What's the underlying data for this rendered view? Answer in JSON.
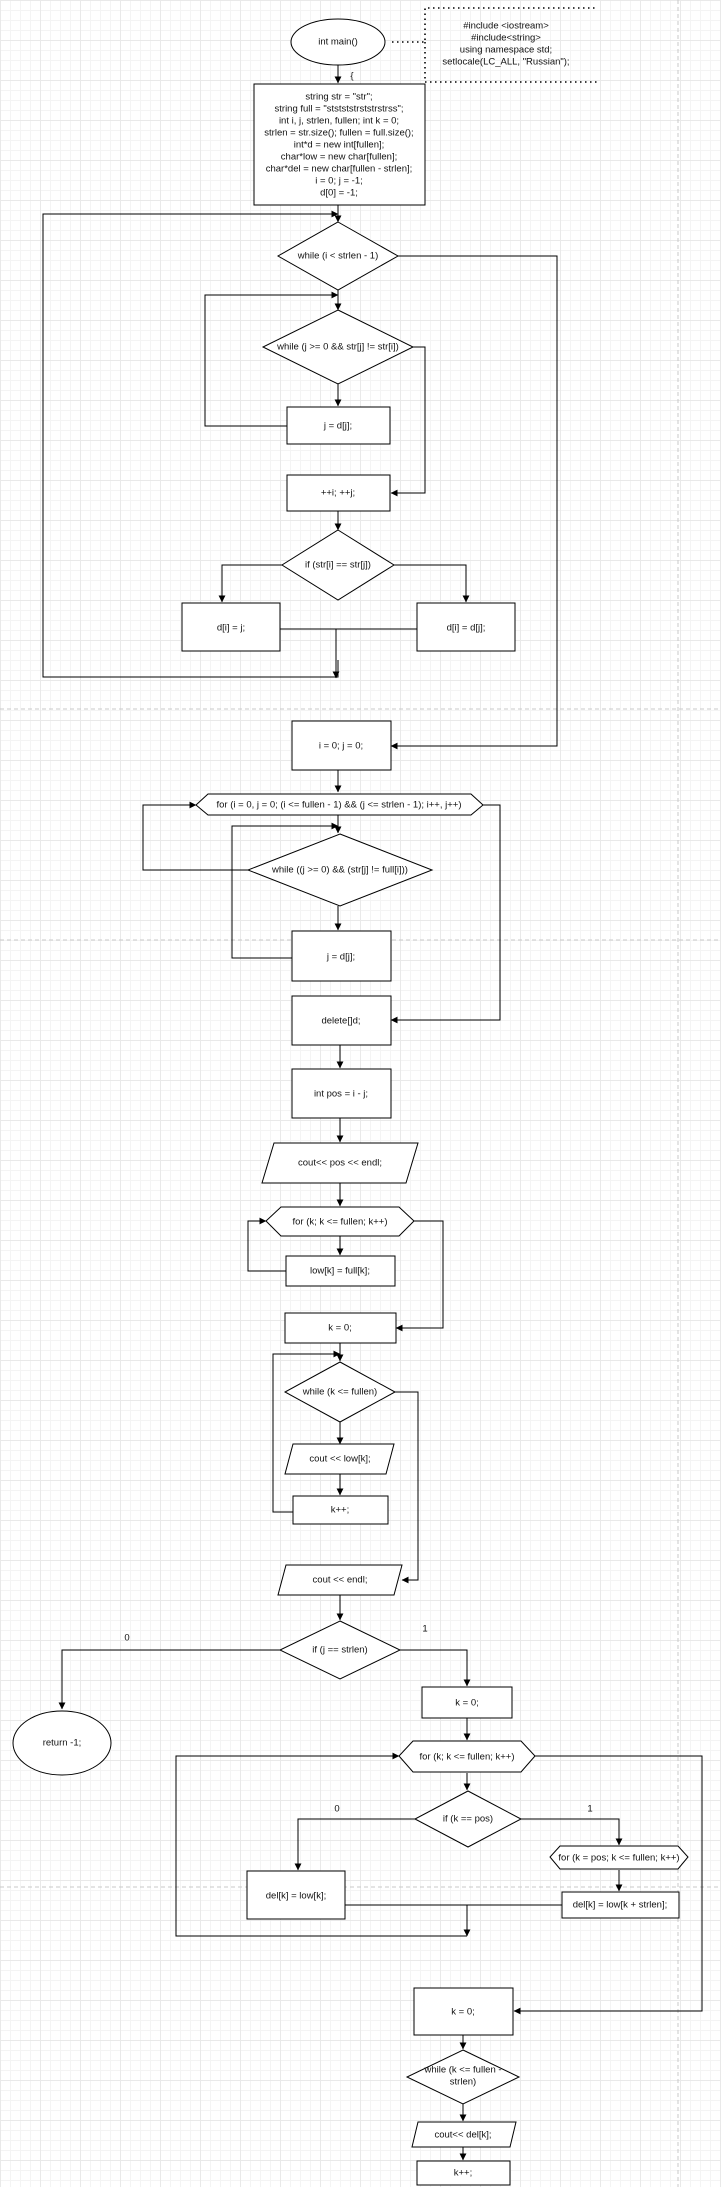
{
  "nodes": {
    "start": "int main()",
    "header_note": [
      "#include <iostream>",
      "#include<string>",
      "using namespace std;",
      "setlocale(LC_ALL, \"Russian\");"
    ],
    "brace": "{",
    "init_block": [
      "string str = \"str\";",
      "string full = \"ststststrststrstrss\";",
      "int i, j, strlen, fullen; int k = 0;",
      "strlen = str.size(); fullen = full.size();",
      "int*d = new int[fullen];",
      "char*low = new char[fullen];",
      "char*del = new char[fullen - strlen];",
      "i = 0; j = -1;",
      "d[0] = -1;"
    ],
    "while1": "while (i < strlen - 1)",
    "while2": "while (j >= 0 && str[j] != str[i])",
    "j_eq_d1": "j = d[j];",
    "inc_ij": "++i; ++j;",
    "if_str": "if (str[i] == str[j])",
    "d_eq_j": "d[i] = j;",
    "d_eq_dj": "d[i] = d[j];",
    "reset_ij": "i = 0; j = 0;",
    "for_main": "for (i = 0, j = 0; (i <= fullen - 1) && (j <= strlen - 1); i++, j++)",
    "while3": "while ((j >= 0) && (str[j] != full[i]))",
    "j_eq_d2": "j = d[j];",
    "delete_d": "delete[]d;",
    "pos": "int pos = i - j;",
    "cout_pos": "cout<< pos << endl;",
    "for_low": "for (k; k <= fullen; k++)",
    "low_assign": "low[k] = full[k];",
    "k_zero1": "k = 0;",
    "while_k": "while (k <= fullen)",
    "cout_low": "cout << low[k];",
    "k_inc1": "k++;",
    "cout_endl": "cout << endl;",
    "if_j": "if (j == strlen)",
    "return": "return -1;",
    "k_zero2": "k = 0;",
    "for_k": "for (k; k <= fullen; k++)",
    "if_pos": "if (k == pos)",
    "for_pos": "for (k = pos; k <= fullen; k++)",
    "del_low": "del[k] = low[k];",
    "del_shift": "del[k] = low[k + strlen];",
    "k_zero3": "k = 0;",
    "while_del": [
      "while (k <= fullen -",
      "strlen)"
    ],
    "cout_del": "cout<< del[k];",
    "k_inc2": "k++;"
  },
  "edge_labels": {
    "if_j_false": "0",
    "if_j_true": "1",
    "if_pos_false": "0",
    "if_pos_true": "1"
  }
}
